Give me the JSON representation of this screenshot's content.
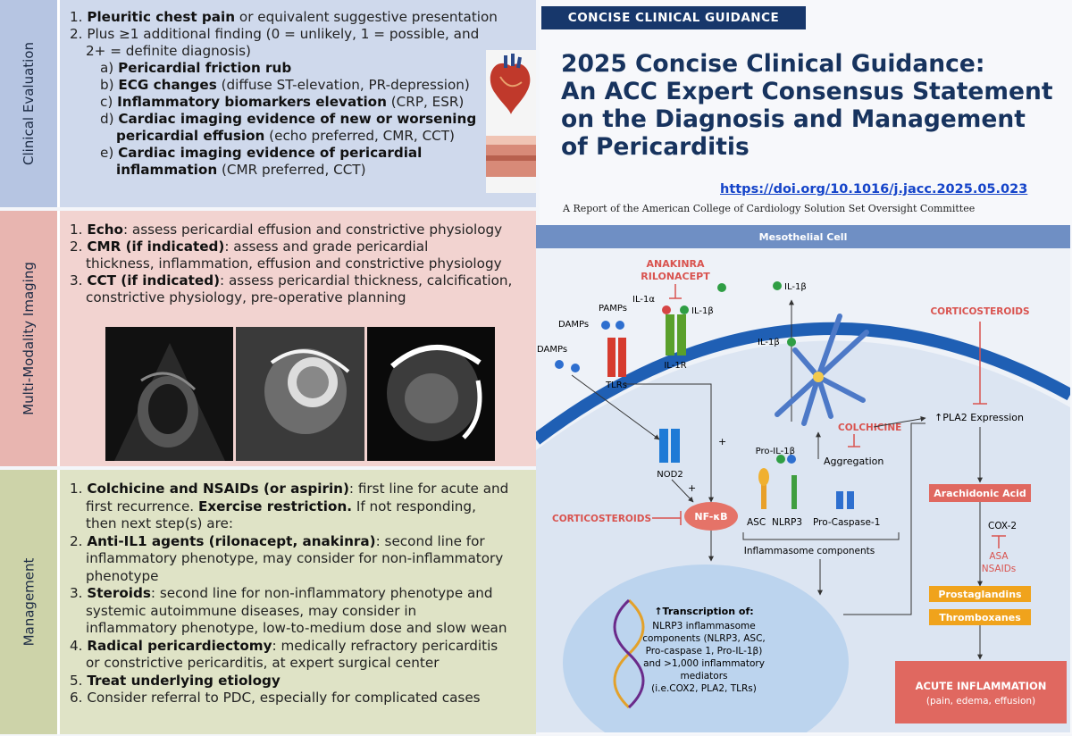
{
  "sections": {
    "evaluation": {
      "label": "Clinical Evaluation",
      "items": [
        {
          "num": "1.",
          "bold": "Pleuritic chest pain",
          "text": " or equivalent suggestive presentation"
        },
        {
          "num": "2.",
          "bold": "",
          "text": "Plus ≥1 additional finding (0 = unlikely, 1 = possible, and"
        }
      ],
      "item2_cont": "2+ = definite diagnosis)",
      "subs": [
        {
          "l": "a)",
          "bold": "Pericardial friction rub",
          "text": ""
        },
        {
          "l": "b)",
          "bold": "ECG changes",
          "text": " (diffuse ST-elevation, PR-depression)"
        },
        {
          "l": "c)",
          "bold": "Inflammatory biomarkers elevation",
          "text": " (CRP, ESR)"
        },
        {
          "l": "d)",
          "bold": "Cardiac imaging evidence of new or worsening",
          "text": ""
        },
        {
          "l": "e)",
          "bold": "Cardiac imaging evidence of pericardial",
          "text": ""
        }
      ],
      "sub_d_cont_bold": "pericardial effusion",
      "sub_d_cont_text": " (echo preferred, CMR, CCT)",
      "sub_e_cont_bold": "inflammation",
      "sub_e_cont_text": " (CMR preferred, CCT)"
    },
    "imaging": {
      "label": "Multi-Modality Imaging",
      "l1_bold": "Echo",
      "l1_text": ": assess pericardial effusion and constrictive physiology",
      "l2_bold": "CMR (if indicated)",
      "l2_text": ": assess and grade pericardial",
      "l2_cont": "thickness, inflammation, effusion and constrictive physiology",
      "l3_bold": "CCT (if indicated)",
      "l3_text": ": assess pericardial thickness, calcification,",
      "l3_cont": "constrictive physiology, pre-operative planning"
    },
    "management": {
      "label": "Management",
      "l1_bold": "Colchicine and NSAIDs (or aspirin)",
      "l1_text": ": first line for acute and",
      "l1_c1a": "first recurrence. ",
      "l1_c1b": "Exercise restriction.",
      "l1_c1c": " If not responding,",
      "l1_c2": "then next step(s) are:",
      "l2_bold": "Anti-IL1 agents (rilonacept, anakinra)",
      "l2_text": ": second line for",
      "l2_c1": "inflammatory phenotype, may consider for non-inflammatory",
      "l2_c2": "phenotype",
      "l3_bold": "Steroids",
      "l3_text": ": second line for non-inflammatory phenotype and",
      "l3_c1": "systemic autoimmune diseases, may consider in",
      "l3_c2": "inflammatory phenotype, low-to-medium dose and slow wean",
      "l4_bold": "Radical pericardiectomy",
      "l4_text": ": medically refractory pericarditis",
      "l4_c1": "or constrictive pericarditis, at expert surgical center",
      "l5_bold": "Treat underlying etiology",
      "l6_text": "Consider referral to PDC, especially for complicated cases"
    }
  },
  "header": {
    "tag": "CONCISE CLINICAL GUIDANCE",
    "title_l1": "2025 Concise Clinical Guidance:",
    "title_l2": "An ACC Expert Consensus Statement",
    "title_l3": "on the Diagnosis and Management",
    "title_l4": "of Pericarditis",
    "doi": "https://doi.org/10.1016/j.jacc.2025.05.023",
    "report": "A Report of the American College of Cardiology Solution Set Oversight Committee"
  },
  "diagram": {
    "cell_label": "Mesothelial Cell",
    "anakinra": "ANAKINRA",
    "rilonacept": "RILONACEPT",
    "il1a": "IL-1α",
    "il1b": "IL-1β",
    "pamps": "PAMPs",
    "damps": "DAMPs",
    "tlrs": "TLRs",
    "il1r": "IL-1R",
    "nod2": "NOD2",
    "nfkb": "NF-κB",
    "corticosteroids": "CORTICOSTEROIDS",
    "colchicine": "COLCHICINE",
    "pro_il1b": "Pro-IL-1β",
    "aggregation": "Aggregation",
    "asc": "ASC",
    "nlrp3": "NLRP3",
    "pro_caspase": "Pro-Caspase-1",
    "inflammasome": "Inflammasome components",
    "pla2": "↑PLA2 Expression",
    "arachidonic": "Arachidonic Acid",
    "cox2": "COX-2",
    "asa": "ASA",
    "nsaids": "NSAIDs",
    "prostaglandins": "Prostaglandins",
    "thromboxanes": "Thromboxanes",
    "tx_title": "↑Transcription of:",
    "tx_1": "NLRP3 inflammasome",
    "tx_2": "components (NLRP3, ASC,",
    "tx_3": "Pro-caspase 1, Pro-IL-1β)",
    "tx_4": "and >1,000 inflammatory",
    "tx_5": "mediators",
    "tx_6": "(i.e.COX2, PLA2, TLRs)",
    "acute_title": "ACUTE INFLAMMATION",
    "acute_sub": "(pain, edema, effusion)",
    "plus": "+"
  },
  "colors": {
    "navy": "#17376b",
    "red_label": "#d9534f",
    "orange_box": "#f0a31c",
    "red_box": "#e06860"
  }
}
